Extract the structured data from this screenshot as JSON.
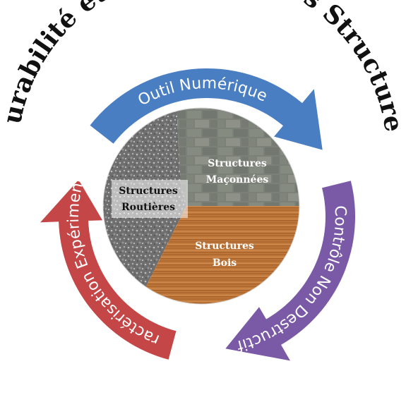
{
  "title": "Durabilité et Diagnostic des Structures",
  "cycle": [
    {
      "label": "Outil Numérique",
      "color": "#4a7ec3"
    },
    {
      "label": "Contrôle Non Destructif",
      "color": "#7a5aa6"
    },
    {
      "label": "Caractérisation Expérimentale",
      "color": "#c44646"
    }
  ],
  "sectors": [
    {
      "line1": "Structures",
      "line2": "Routières",
      "material": "asphalt",
      "text_color": "#111111"
    },
    {
      "line1": "Structures",
      "line2": "Maçonnées",
      "material": "masonry",
      "text_color": "#ffffff"
    },
    {
      "line1": "Structures",
      "line2": "Bois",
      "material": "wood",
      "text_color": "#ffffff"
    }
  ]
}
